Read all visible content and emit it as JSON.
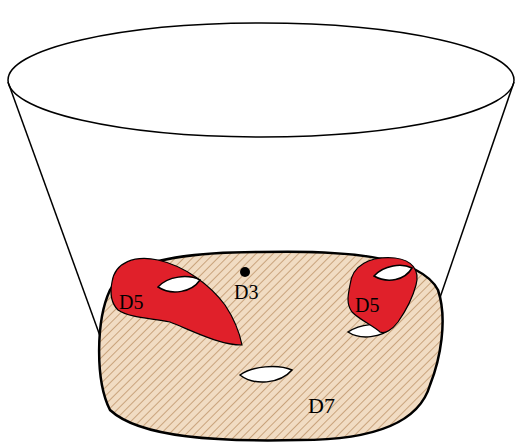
{
  "diagram": {
    "nodes": [
      {
        "text": [
          "D7"
        ]
      },
      {
        "text": [
          "D5"
        ],
        "in": 0
      },
      {
        "text": [
          "D5"
        ],
        "in": 0
      }
    ],
    "labels": [
      "D3"
    ]
  }
}
